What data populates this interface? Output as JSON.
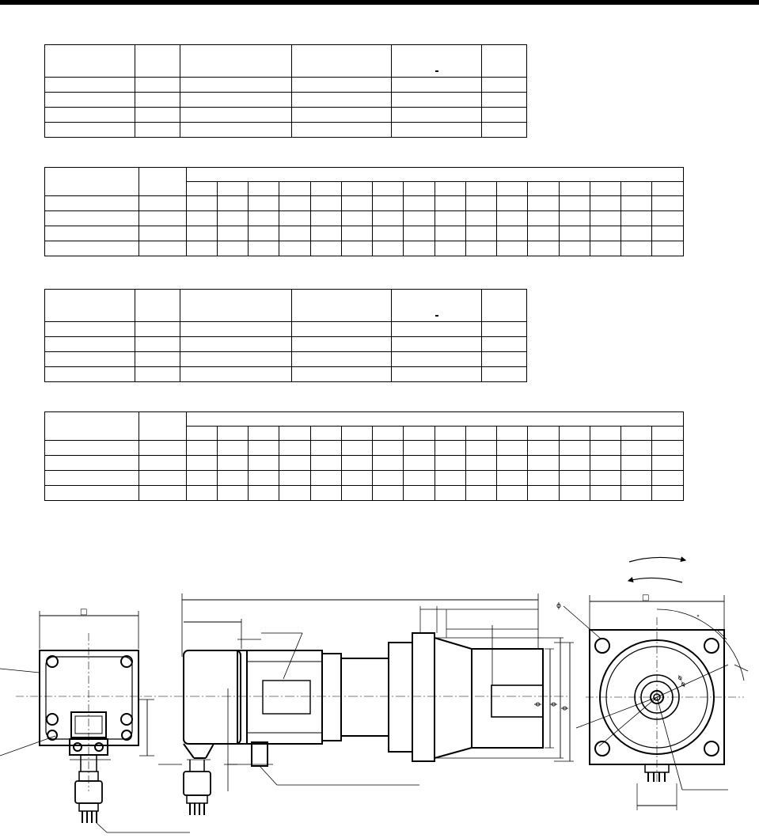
{
  "tables": {
    "spec_a": {
      "rows": 4,
      "cols": 6
    },
    "gear_a": {
      "rows": 4,
      "cols": 18
    },
    "spec_b": {
      "rows": 4,
      "cols": 6
    },
    "gear_b": {
      "rows": 4,
      "cols": 18
    }
  },
  "drawing": {
    "glyphs": {
      "square": "□",
      "diameter": "ϕ",
      "degree": "°"
    }
  }
}
